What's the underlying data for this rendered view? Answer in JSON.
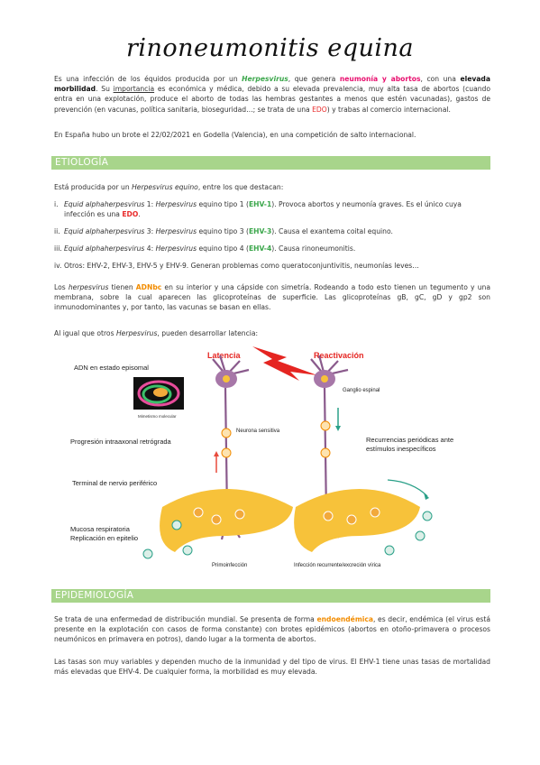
{
  "title": "rinoneumonitis equina",
  "intro": {
    "p1_a": "Es una infección de los équidos producida por un ",
    "p1_herpes": "Herpesvirus",
    "p1_b": ", que genera ",
    "p1_neumonia": "neumonía y abortos",
    "p1_c": ", con una ",
    "p1_morbilidad": "elevada morbilidad",
    "p1_d": ". Su ",
    "p1_importancia": "importancia",
    "p1_e": " es económica y médica, debido a su elevada prevalencia, muy alta tasa de abortos (cuando entra en una explotación, produce el aborto de todas las hembras gestantes a menos que estén vacunadas), gastos de prevención (en vacunas, política sanitaria, bioseguridad…; se trata de una ",
    "p1_edo": "EDO",
    "p1_f": ") y trabas al comercio internacional.",
    "p2": "En España hubo un brote el 22/02/2021 en Godella (Valencia), en una competición de salto internacional."
  },
  "section1": {
    "heading": "ETIOLOGÍA",
    "lead": "Está producida por un ",
    "lead_i": "Herpesvirus equino",
    "lead_b": ", entre los que destacan:",
    "items": [
      {
        "num": "i.",
        "a": "Equid alphaherpesvirus",
        "b": " 1: ",
        "c": "Herpesvirus",
        "d": " equino tipo 1 (",
        "code": "EHV-1",
        "e": "). Provoca abortos y neumonía graves. Es el único cuya infección es una ",
        "edo": "EDO",
        "f": "."
      },
      {
        "num": "ii.",
        "a": "Equid alphaherpesvirus",
        "b": " 3: ",
        "c": "Herpesvirus",
        "d": " equino tipo 3 (",
        "code": "EHV-3",
        "e": "). Causa el exantema coital equino."
      },
      {
        "num": "iii.",
        "a": "Equid alphaherpesvirus",
        "b": " 4: ",
        "c": "Herpesvirus",
        "d": " equino tipo 4 (",
        "code": "EHV-4",
        "e": "). Causa rinoneumonitis."
      },
      {
        "num": "iv.",
        "text": "Otros: EHV-2, EHV-3, EHV-5 y EHV-9. Generan problemas como queratoconjuntivitis, neumonías leves…"
      }
    ],
    "p_los": "Los ",
    "p_herpes": "herpesvirus",
    "p_tienen": " tienen ",
    "p_adn": "ADNbc",
    "p_rest": " en su interior y una cápside con simetría. Rodeando a todo esto tienen un tegumento y una membrana, sobre la cual aparecen las glicoproteínas de superficie. Las glicoproteínas gB, gC, gD y gp2 son inmunodominantes y, por tanto, las vacunas se basan en ellas.",
    "p_latencia_a": "Al igual que otros ",
    "p_latencia_i": "Herpesvirus",
    "p_latencia_b": ", pueden desarrollar latencia:"
  },
  "figure": {
    "latencia": "Latencia",
    "reactivacion": "Reactivación",
    "adn_episomal": "ADN en estado episomal",
    "mimetismo": "Mimetismo molecular",
    "ganglio": "Ganglio espinal",
    "neurona": "Neurona sensitiva",
    "progresion": "Progresión intraaxonal retrógrada",
    "recurrencias_1": "Recurrencias periódicas ante",
    "recurrencias_2": "estímulos inespecíficos",
    "terminal": "Terminal de nervio periférico",
    "mucosa_1": "Mucosa respiratoria",
    "mucosa_2": "Replicación en epitelio",
    "primoinfeccion": "Primoinfección",
    "recurrente": "Infección recurrente/excreción vírica"
  },
  "section2": {
    "heading": "EPIDEMIOLOGÍA",
    "p1_a": "Se trata de una enfermedad de distribución mundial. Se presenta de forma ",
    "p1_endo": "endoendémica",
    "p1_b": ", es decir, endémica (el virus está presente en la explotación con casos de forma constante) con brotes epidémicos (abortos en otoño-primavera o procesos neumónicos en primavera en potros), dando lugar a la tormenta de abortos.",
    "p2": "Las tasas son muy variables y dependen mucho de la inmunidad y del tipo de virus. El EHV-1 tiene unas tasas de mortalidad más elevadas que EHV-4. De cualquier forma, la morbilidad es muy elevada."
  },
  "colors": {
    "green": "#3aa64a",
    "pink": "#e8106f",
    "red": "#e82a2a",
    "orange": "#f28c00",
    "header": "#a8d58b",
    "nerve": "#8a5a8c",
    "mucosa": "#f7c23a"
  }
}
